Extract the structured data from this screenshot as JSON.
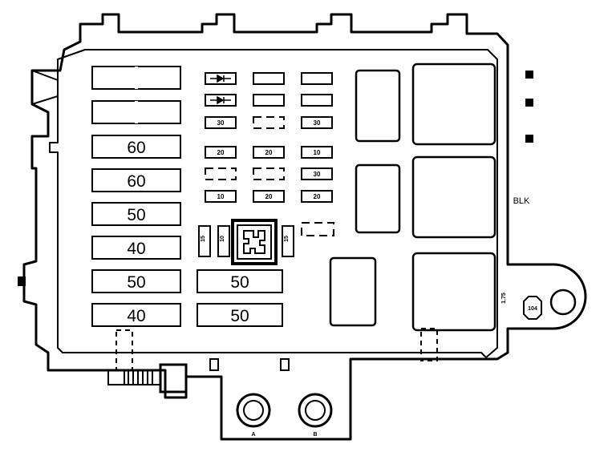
{
  "fuse_box": {
    "maxi_fuses_left": [
      "60",
      "60",
      "50",
      "40",
      "50",
      "40"
    ],
    "maxi_fuses_center": [
      "50",
      "50"
    ],
    "mini_fuses": {
      "row3": [
        "30",
        "30"
      ],
      "row4": [
        "20",
        "20",
        "10"
      ],
      "row5": [
        "30"
      ],
      "row6": [
        "10",
        "20",
        "20"
      ]
    },
    "vertical_fuses": [
      "15",
      "10",
      "15"
    ],
    "connector_label": "BLK",
    "stud_label": "104",
    "side_label": "1.75",
    "terminal_a": "A",
    "terminal_b": "B"
  }
}
